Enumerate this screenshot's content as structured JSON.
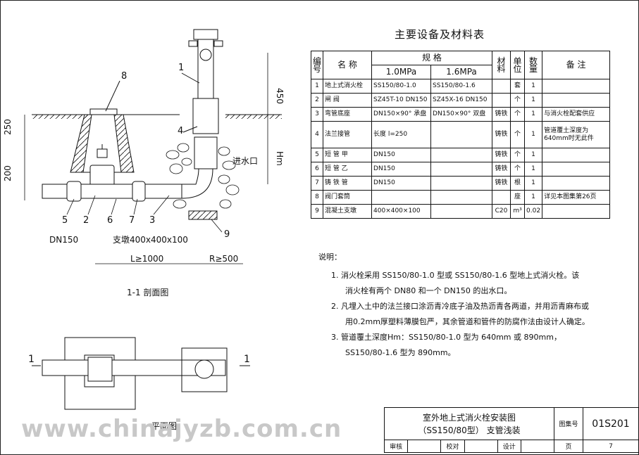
{
  "drawing": {
    "callouts": {
      "n1": "1",
      "n2": "2",
      "n3": "3",
      "n4": "4",
      "n5": "5",
      "n6": "6",
      "n7": "7",
      "n8": "8",
      "n9": "9"
    },
    "dims": {
      "d450": "450",
      "d250": "250",
      "d200": "200",
      "hm": "Hm",
      "dn150": "DN150",
      "support": "支墩400x400x100",
      "length": "L≥1000",
      "radius": "R≥500"
    },
    "labels": {
      "inlet": "进水口",
      "section": "1-1 剖面图",
      "plan": "平面图",
      "cut1": "1",
      "cut2": "1"
    }
  },
  "materials": {
    "title": "主要设备及材料表",
    "headers": {
      "no": "编号",
      "name": "名 称",
      "spec": "规 格",
      "p1": "1.0MPa",
      "p2": "1.6MPa",
      "material": "材料",
      "unit": "单位",
      "qty": "数量",
      "remark": "备 注"
    },
    "rows": [
      {
        "no": "1",
        "name": "地上式消火栓",
        "s1": "SS150/80-1.0",
        "s2": "SS150/80-1.6",
        "mat": "",
        "unit": "套",
        "qty": "1",
        "remark": ""
      },
      {
        "no": "2",
        "name": "闸 阀",
        "s1": "SZ45T-10 DN150",
        "s2": "SZ45X-16 DN150",
        "mat": "",
        "unit": "个",
        "qty": "1",
        "remark": ""
      },
      {
        "no": "3",
        "name": "弯管底座",
        "s1": "DN150×90° 承盘",
        "s2": "DN150×90° 双盘",
        "mat": "铸铁",
        "unit": "个",
        "qty": "1",
        "remark": "与消火栓配套供应"
      },
      {
        "no": "4",
        "name": "法兰接管",
        "s1": "长度 l=250",
        "s2": "",
        "mat": "铸铁",
        "unit": "个",
        "qty": "1",
        "remark": "管道覆土深度为640mm时无此件"
      },
      {
        "no": "5",
        "name": "短 管 甲",
        "s1": "DN150",
        "s2": "",
        "mat": "铸铁",
        "unit": "个",
        "qty": "1",
        "remark": ""
      },
      {
        "no": "6",
        "name": "短 管 乙",
        "s1": "DN150",
        "s2": "",
        "mat": "铸铁",
        "unit": "个",
        "qty": "1",
        "remark": ""
      },
      {
        "no": "7",
        "name": "铸 铁 管",
        "s1": "DN150",
        "s2": "",
        "mat": "铸铁",
        "unit": "根",
        "qty": "1",
        "remark": ""
      },
      {
        "no": "8",
        "name": "阀门套筒",
        "s1": "",
        "s2": "",
        "mat": "",
        "unit": "座",
        "qty": "1",
        "remark": "详见本图集第26页"
      },
      {
        "no": "9",
        "name": "混凝土支墩",
        "s1": "400×400×100",
        "s2": "",
        "mat": "C20",
        "unit": "m³",
        "qty": "0.02",
        "remark": ""
      }
    ]
  },
  "notes": {
    "heading": "说明：",
    "n1a": "1. 消火栓采用 SS150/80-1.0 型或 SS150/80-1.6 型地上式消火栓。该",
    "n1b": "消火栓有两个 DN80 和一个 DN150 的出水口。",
    "n2a": "2. 凡埋入土中的法兰接口涂沥青冷底子油及热沥青各两道，并用沥青麻布或",
    "n2b": "用0.2mm厚塑料薄膜包严，其余管道和管件的防腐作法由设计人确定。",
    "n3a": "3. 管道覆土深度Hm：SS150/80-1.0 型为 640mm 或 890mm，",
    "n3b": "SS150/80-1.6 型为 890mm。"
  },
  "titleblock": {
    "title1": "室外地上式消火栓安装图",
    "title2": "（SS150/80型） 支管浅装",
    "atlas_label": "图集号",
    "atlas": "01S201",
    "r_shen": "审核",
    "r_jiao": "校对",
    "r_she": "设计",
    "page_label": "页",
    "page": "7"
  },
  "watermark": "www.chinajyzb.com.cn"
}
